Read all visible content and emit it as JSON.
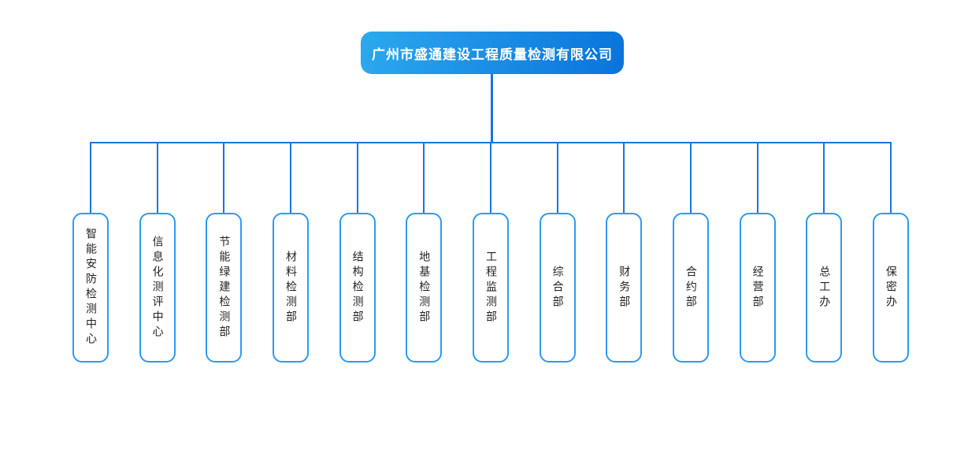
{
  "root": {
    "label": "广州市盛通建设工程质量检测有限公司"
  },
  "departments": [
    {
      "label": "智能安防检测中心"
    },
    {
      "label": "信息化测评中心"
    },
    {
      "label": "节能绿建检测部"
    },
    {
      "label": "材料检测部"
    },
    {
      "label": "结构检测部"
    },
    {
      "label": "地基检测部"
    },
    {
      "label": "工程监测部"
    },
    {
      "label": "综合部"
    },
    {
      "label": "财务部"
    },
    {
      "label": "合约部"
    },
    {
      "label": "经营部"
    },
    {
      "label": "总工办"
    },
    {
      "label": "保密办"
    }
  ],
  "colors": {
    "connector_line": "#1677DE",
    "dept_border": "#2D9AF0",
    "dept_text": "#222222",
    "root_gradient_start": "#2BA9EE",
    "root_gradient_end": "#0A73DB",
    "root_text": "#FFFFFF",
    "background": "#FFFFFF"
  }
}
